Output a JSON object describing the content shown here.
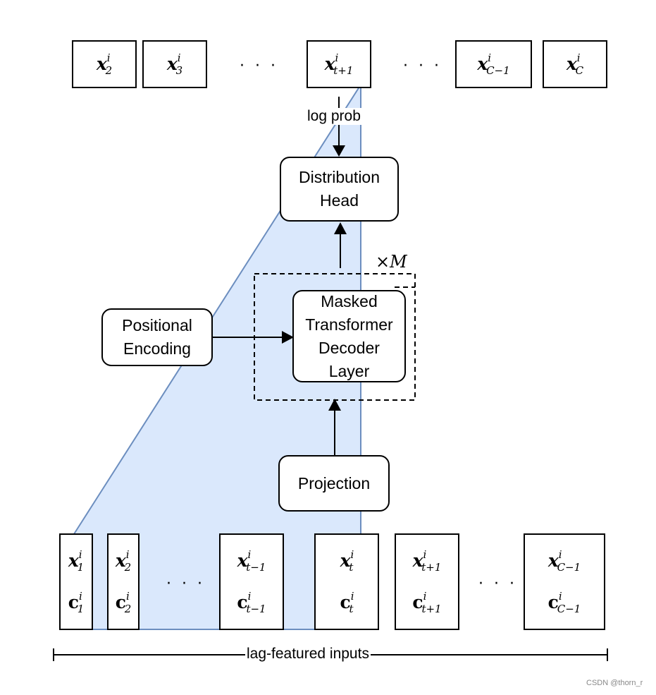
{
  "outputs": [
    {
      "base": "x",
      "sup": "i",
      "sub": "2"
    },
    {
      "base": "x",
      "sup": "i",
      "sub": "3"
    },
    {
      "base": "x",
      "sup": "i",
      "sub": "t+1"
    },
    {
      "base": "x",
      "sup": "i",
      "sub": "C−1"
    },
    {
      "base": "x",
      "sup": "i",
      "sub": "C"
    }
  ],
  "ellipsis": "· · ·",
  "log_prob_label": "log prob",
  "distribution_head": {
    "line1": "Distribution",
    "line2": "Head"
  },
  "repeat": {
    "times": "×",
    "var": "M"
  },
  "positional_encoding": {
    "line1": "Positional",
    "line2": "Encoding"
  },
  "decoder": {
    "line1": "Masked",
    "line2": "Transformer",
    "line3": "Decoder",
    "line4": "Layer"
  },
  "projection": "Projection",
  "inputs": [
    {
      "x_sub": "1",
      "c_sub": "1"
    },
    {
      "x_sub": "2",
      "c_sub": "2"
    },
    {
      "x_sub": "t−1",
      "c_sub": "t−1"
    },
    {
      "x_sub": "t",
      "c_sub": "t"
    },
    {
      "x_sub": "t+1",
      "c_sub": "t+1"
    },
    {
      "x_sub": "C−1",
      "c_sub": "C−1"
    }
  ],
  "input_x": "x",
  "input_c": "c",
  "input_sup": "i",
  "lag_label": "lag-featured inputs",
  "watermark": "CSDN @thorn_r",
  "colors": {
    "shade_fill": "#dae8fc",
    "shade_stroke": "#6c8ebf"
  }
}
